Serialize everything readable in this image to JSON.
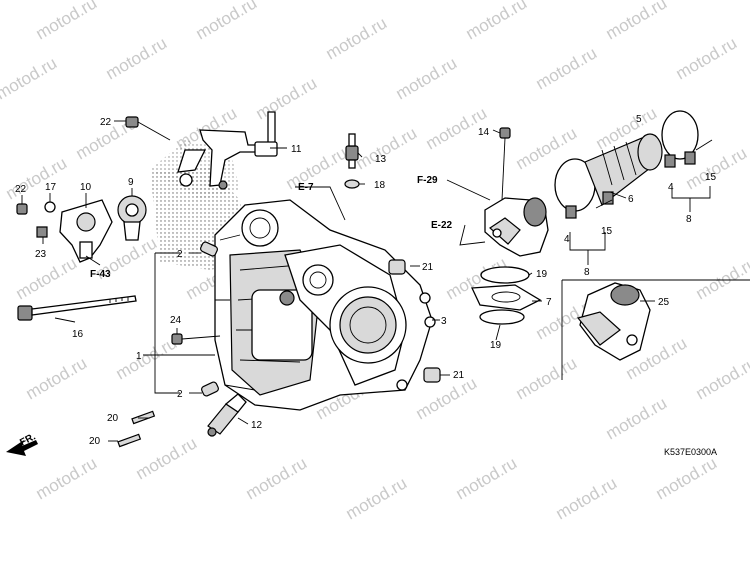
{
  "watermark": "motod.ru",
  "diagram_code": "K537E0300A",
  "front_marker": "FR.",
  "references": {
    "e7": "E-7",
    "f29": "F-29",
    "e22": "E-22",
    "f43": "F-43"
  },
  "callouts": {
    "c1": "1",
    "c2a": "2",
    "c2b": "2",
    "c3": "3",
    "c4a": "4",
    "c4b": "4",
    "c5": "5",
    "c6": "6",
    "c7": "7",
    "c8a": "8",
    "c8b": "8",
    "c9": "9",
    "c10": "10",
    "c11": "11",
    "c12": "12",
    "c13": "13",
    "c14": "14",
    "c15a": "15",
    "c15b": "15",
    "c16": "16",
    "c17": "17",
    "c18": "18",
    "c19a": "19",
    "c19b": "19",
    "c20a": "20",
    "c20b": "20",
    "c21a": "21",
    "c21b": "21",
    "c22a": "22",
    "c22b": "22",
    "c23": "23",
    "c24": "24",
    "c25": "25"
  }
}
